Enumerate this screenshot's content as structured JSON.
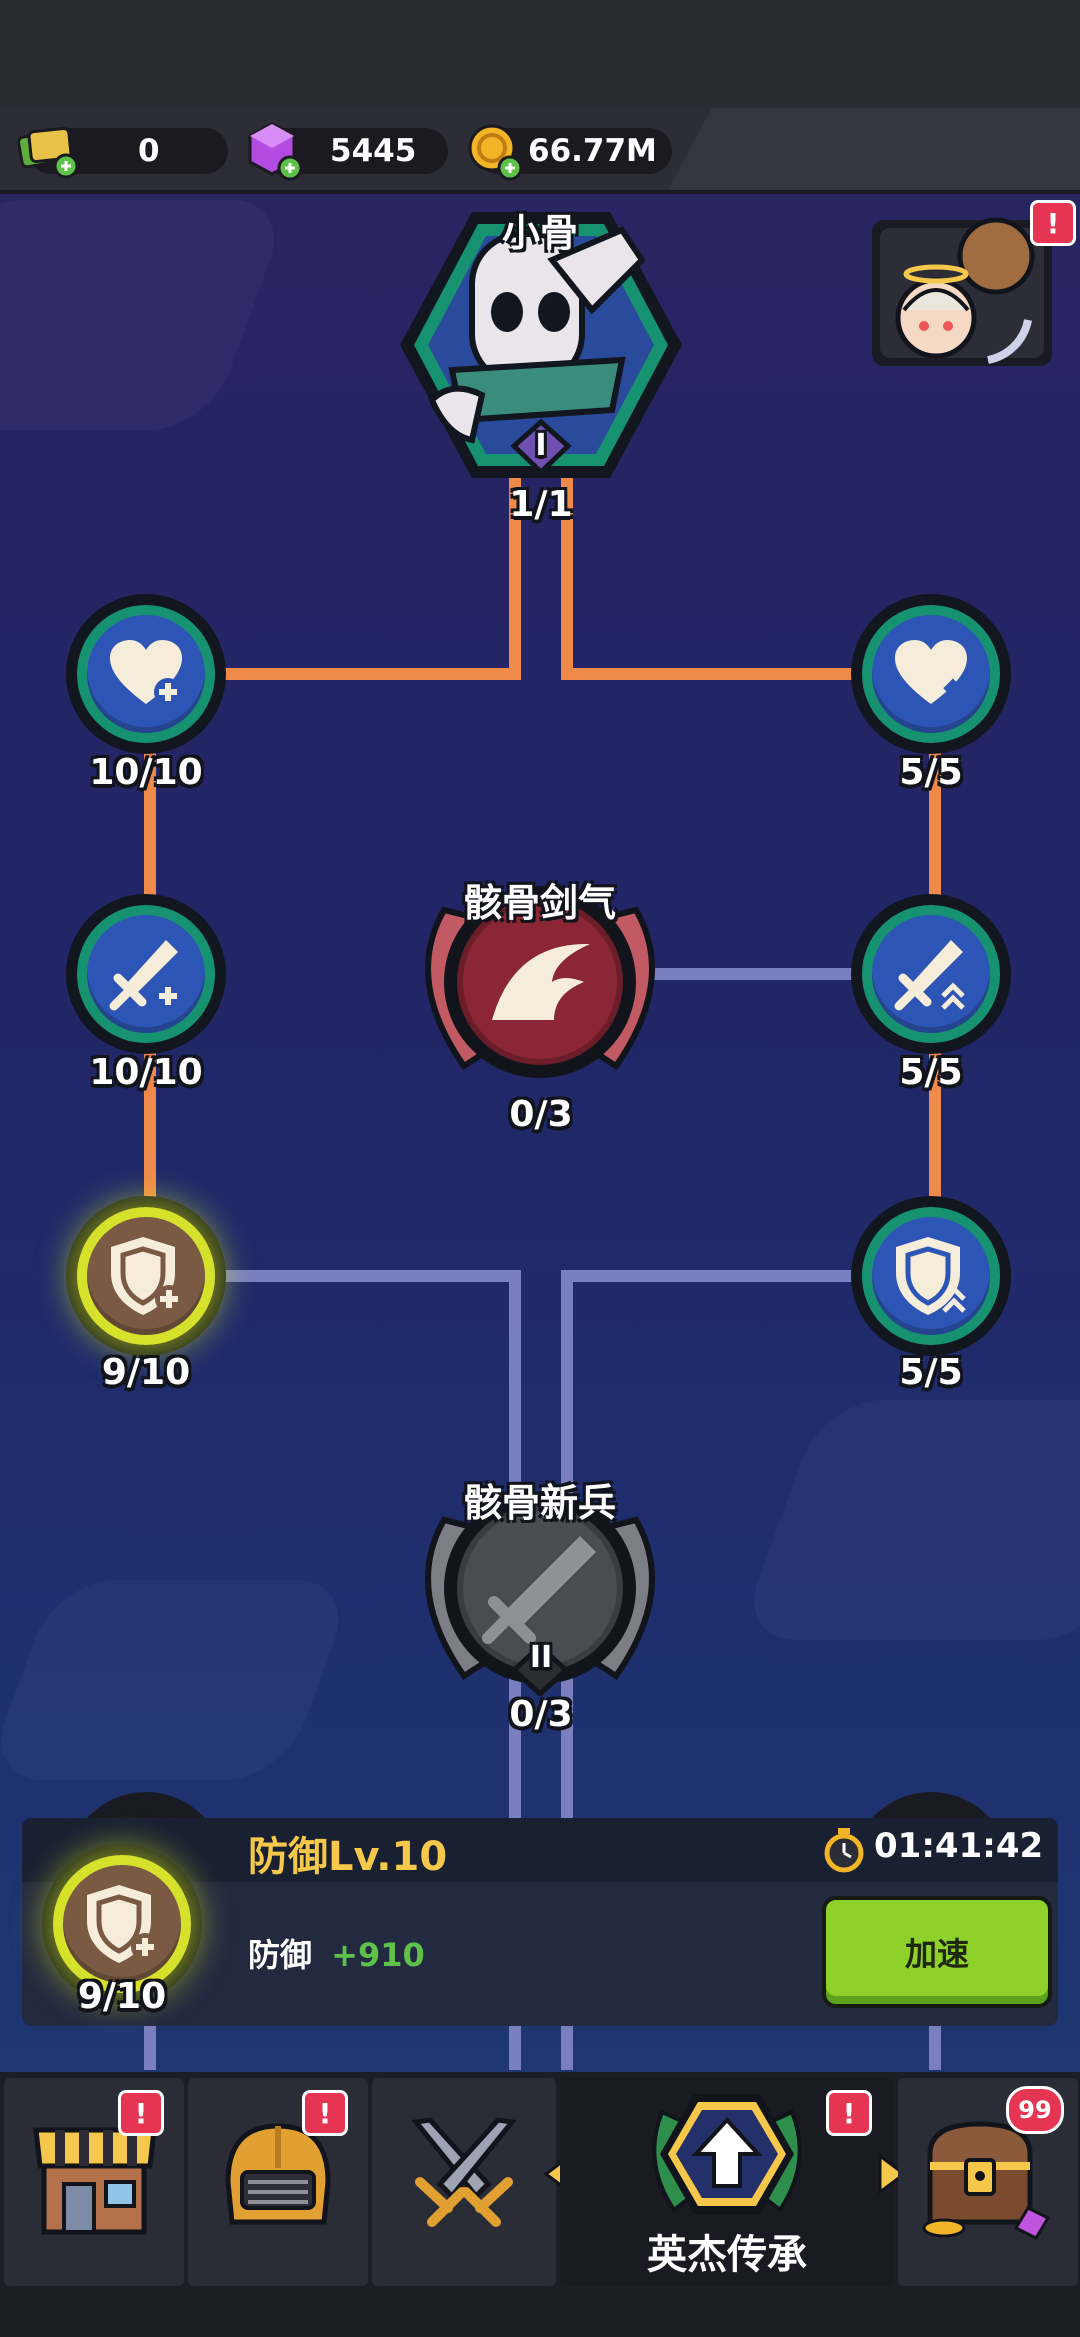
{
  "resources": {
    "tickets": {
      "value": "0",
      "icon": "ticket-icon"
    },
    "gems": {
      "value": "5445",
      "icon": "purple-gem-icon"
    },
    "gold": {
      "value": "66.77M",
      "icon": "gold-coin-icon"
    }
  },
  "tree": {
    "hero": {
      "name": "小骨",
      "tier": "I",
      "progress": "1/1"
    },
    "left": [
      {
        "icon": "heart-plus-icon",
        "progress": "10/10"
      },
      {
        "icon": "sword-plus-icon",
        "progress": "10/10"
      },
      {
        "icon": "shield-plus-icon",
        "progress": "9/10"
      }
    ],
    "right": [
      {
        "icon": "heart-up-icon",
        "progress": "5/5"
      },
      {
        "icon": "sword-up-icon",
        "progress": "5/5"
      },
      {
        "icon": "shield-up-icon",
        "progress": "5/5"
      }
    ],
    "skill_sword_qi": {
      "name": "骸骨剑气",
      "progress": "0/3"
    },
    "skill_recruit": {
      "name": "骸骨新兵",
      "tier": "II",
      "progress": "0/3"
    }
  },
  "upgrade_panel": {
    "title": "防御Lv.10",
    "timer": "01:41:42",
    "stat_label": "防御",
    "stat_value": "+910",
    "node_progress": "9/10",
    "speed_up_label": "加速"
  },
  "nav": {
    "tabs": [
      {
        "name": "shop",
        "icon": "shop-icon",
        "badge": "!"
      },
      {
        "name": "equipment",
        "icon": "helmet-icon",
        "badge": "!"
      },
      {
        "name": "battle",
        "icon": "crossed-swords-icon"
      },
      {
        "name": "hero-legacy",
        "icon": "upgrade-arrow-icon",
        "label": "英杰传承",
        "badge": "!"
      },
      {
        "name": "chest",
        "icon": "treasure-chest-icon",
        "badge": "99"
      }
    ]
  },
  "colors": {
    "active_path": "#f08a4b",
    "inactive_path": "#7a7fbf",
    "node_ring": "#179270",
    "node_fill": "#2d55b5",
    "highlight": "#d6e12c",
    "badge": "#e53552",
    "speed_button": "#8ed12a",
    "stat_value": "#5ec24a",
    "title_gold": "#f5c84b"
  }
}
